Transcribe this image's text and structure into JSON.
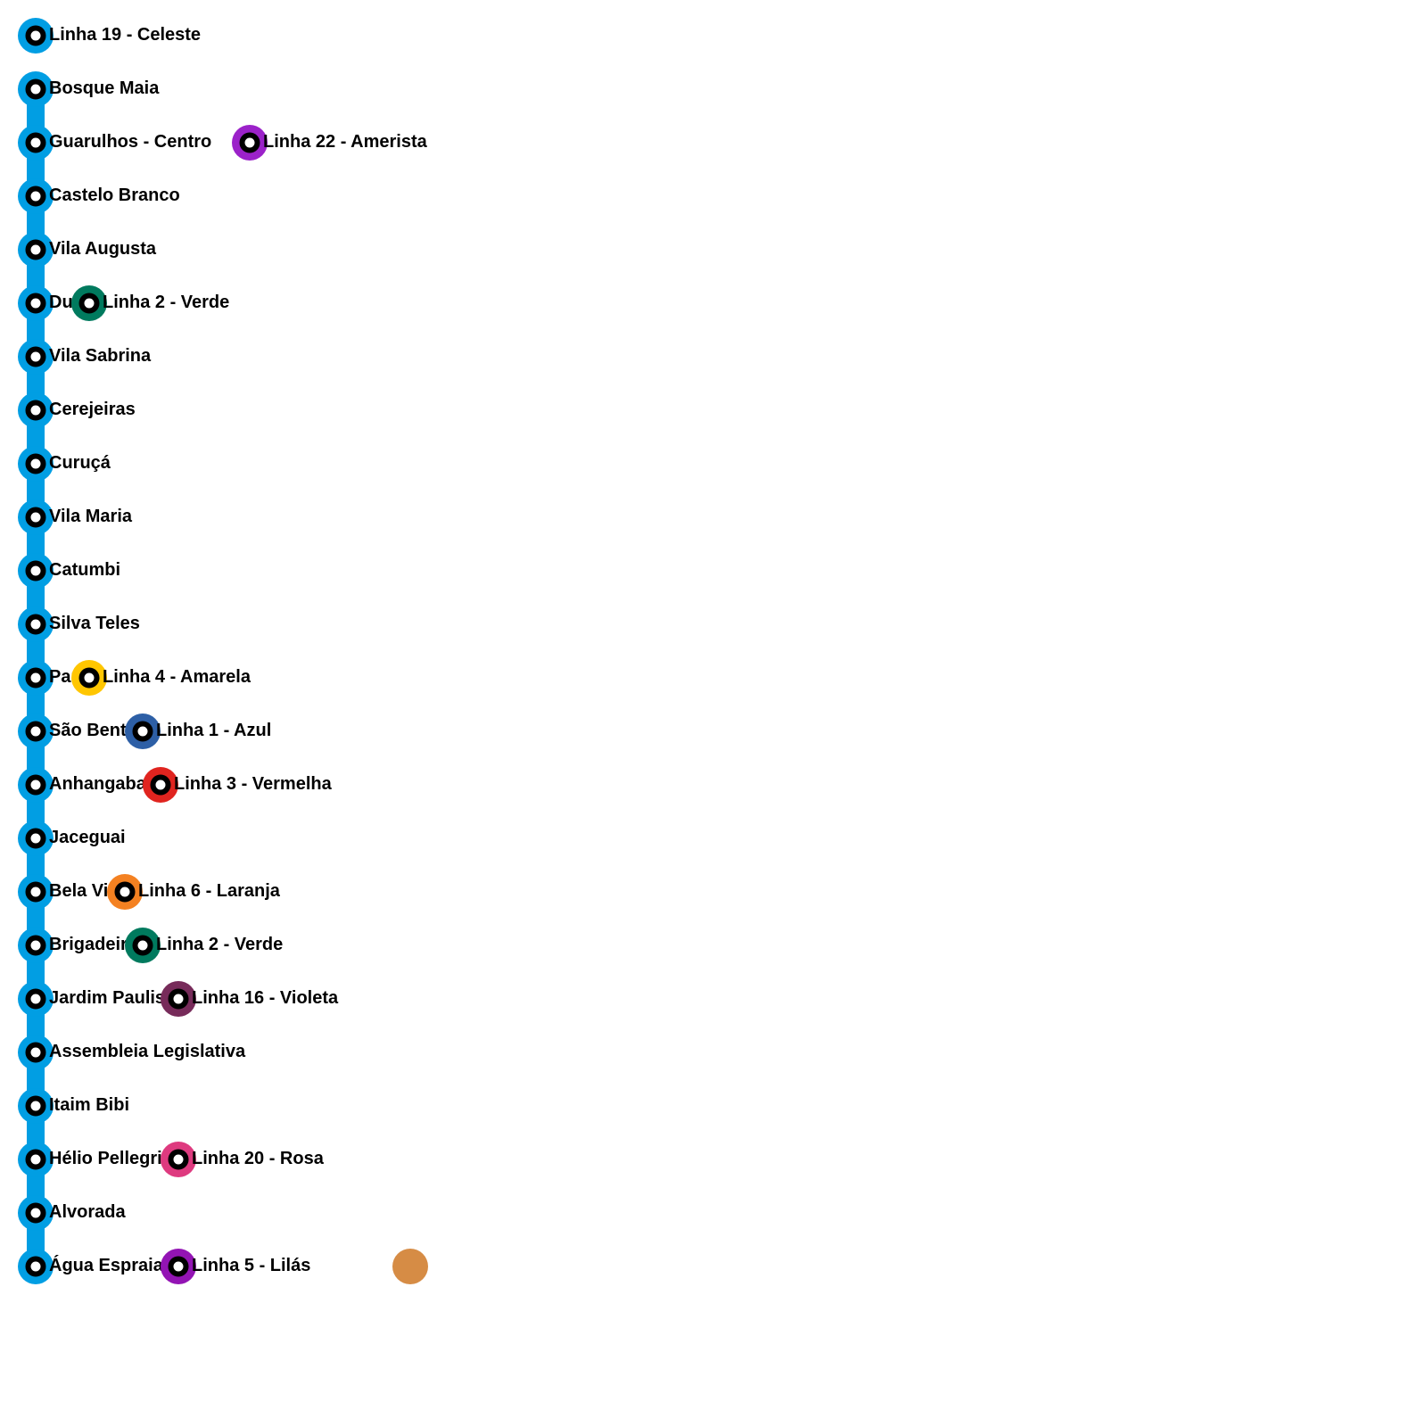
{
  "line": {
    "name": "Linha 19 - Celeste",
    "color": "#019ee3"
  },
  "stations": [
    {
      "name": "Bosque Maia",
      "transfers": []
    },
    {
      "name": "Guarulhos - Centro",
      "transfers": [
        {
          "name": "Linha 22 - Amerista",
          "color": "#9b22c9",
          "slot": 4
        }
      ]
    },
    {
      "name": "Castelo Branco",
      "transfers": []
    },
    {
      "name": "Vila Augusta",
      "transfers": []
    },
    {
      "name": "Dutra",
      "transfers": [
        {
          "name": "Linha 2 - Verde",
          "color": "#007a5e",
          "slot": 1
        }
      ]
    },
    {
      "name": "Vila Sabrina",
      "transfers": []
    },
    {
      "name": "Cerejeiras",
      "transfers": []
    },
    {
      "name": "Curuçá",
      "transfers": []
    },
    {
      "name": "Vila Maria",
      "transfers": []
    },
    {
      "name": "Catumbi",
      "transfers": []
    },
    {
      "name": "Silva Teles",
      "transfers": []
    },
    {
      "name": "Pari",
      "transfers": [
        {
          "name": "Linha 4 - Amarela",
          "color": "#ffc600",
          "slot": 1
        }
      ]
    },
    {
      "name": "São Bento",
      "transfers": [
        {
          "name": "Linha 1 - Azul",
          "color": "#2d5fa6",
          "slot": 2
        }
      ]
    },
    {
      "name": "Anhangabaú",
      "transfers": [
        {
          "name": "Linha 3 - Vermelha",
          "color": "#e0241f",
          "slot": 2.33
        }
      ]
    },
    {
      "name": "Jaceguai",
      "transfers": []
    },
    {
      "name": "Bela Vista",
      "transfers": [
        {
          "name": "Linha 6 - Laranja",
          "color": "#f48121",
          "slot": 1.67
        }
      ]
    },
    {
      "name": "Brigadeiro",
      "transfers": [
        {
          "name": "Linha 2 - Verde",
          "color": "#007a5e",
          "slot": 2
        }
      ]
    },
    {
      "name": "Jardim Paulista",
      "transfers": [
        {
          "name": "Linha 16 - Violeta",
          "color": "#772b5a",
          "slot": 2.67
        }
      ]
    },
    {
      "name": "Assembleia Legislativa",
      "transfers": []
    },
    {
      "name": "Itaim Bibi",
      "transfers": []
    },
    {
      "name": "Hélio Pellegrino",
      "transfers": [
        {
          "name": "Linha 20 - Rosa",
          "color": "#de3a7f",
          "slot": 2.67
        }
      ]
    },
    {
      "name": "Alvorada",
      "transfers": []
    },
    {
      "name": "Água Espraiada",
      "transfers": [
        {
          "name": "Linha 5 - Lilás",
          "color": "#9314b4",
          "slot": 2.67
        }
      ],
      "terminal_marker": {
        "color": "#d68c45"
      }
    }
  ]
}
